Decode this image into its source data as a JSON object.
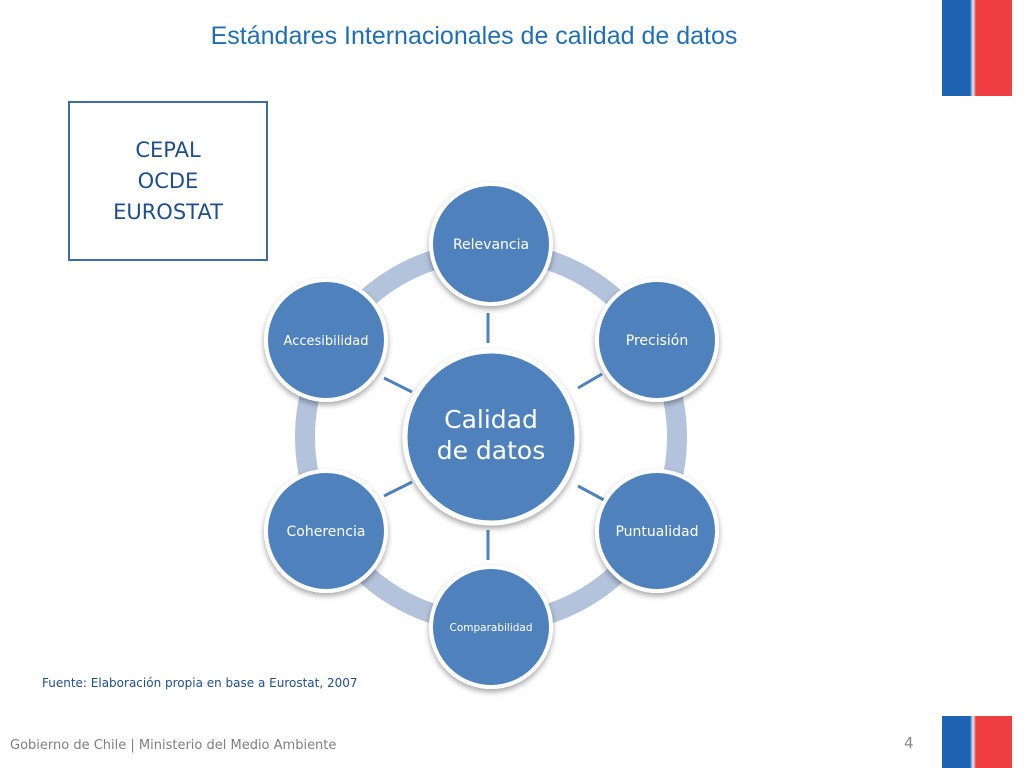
{
  "slide": {
    "title": "Estándares Internacionales de calidad de datos",
    "organizations": [
      "CEPAL",
      "OCDE",
      "EUROSTAT"
    ],
    "source": "Fuente: Elaboración propia en base a Eurostat, 2007",
    "footer": "Gobierno de Chile | Ministerio del Medio Ambiente",
    "page_number": "4"
  },
  "diagram": {
    "center": "Calidad de datos",
    "dimensions": [
      "Relevancia",
      "Precisión",
      "Puntualidad",
      "Comparabilidad",
      "Coherencia",
      "Accesibilidad"
    ]
  },
  "colors": {
    "flag_blue": "#1f63b3",
    "flag_red": "#ef3e42",
    "title": "#1f6fb5",
    "node_fill": "#4f81bd",
    "ring": "#b4c3dc"
  }
}
